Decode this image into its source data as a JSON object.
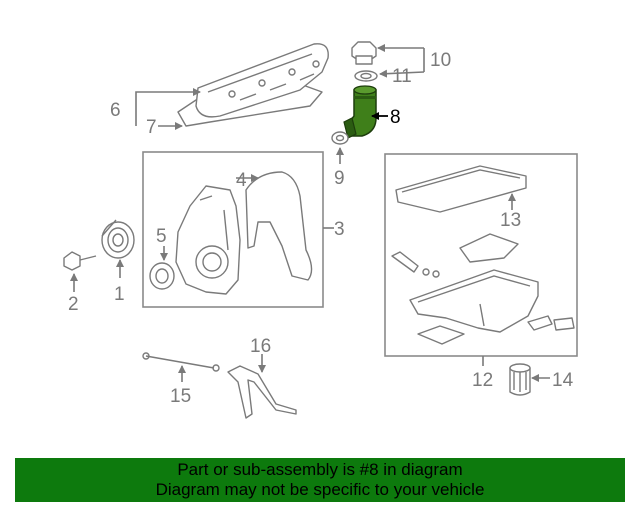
{
  "callouts": {
    "c1": "1",
    "c2": "2",
    "c3": "3",
    "c4": "4",
    "c5": "5",
    "c6": "6",
    "c7": "7",
    "c8": "8",
    "c9": "9",
    "c10": "10",
    "c11": "11",
    "c12": "12",
    "c13": "13",
    "c14": "14",
    "c15": "15",
    "c16": "16"
  },
  "highlight_color": "#3f7f1a",
  "banner": {
    "line1": "Part or sub-assembly is #8 in diagram",
    "line2": "Diagram may not be specific to your vehicle",
    "color": "#0d7a0d"
  }
}
